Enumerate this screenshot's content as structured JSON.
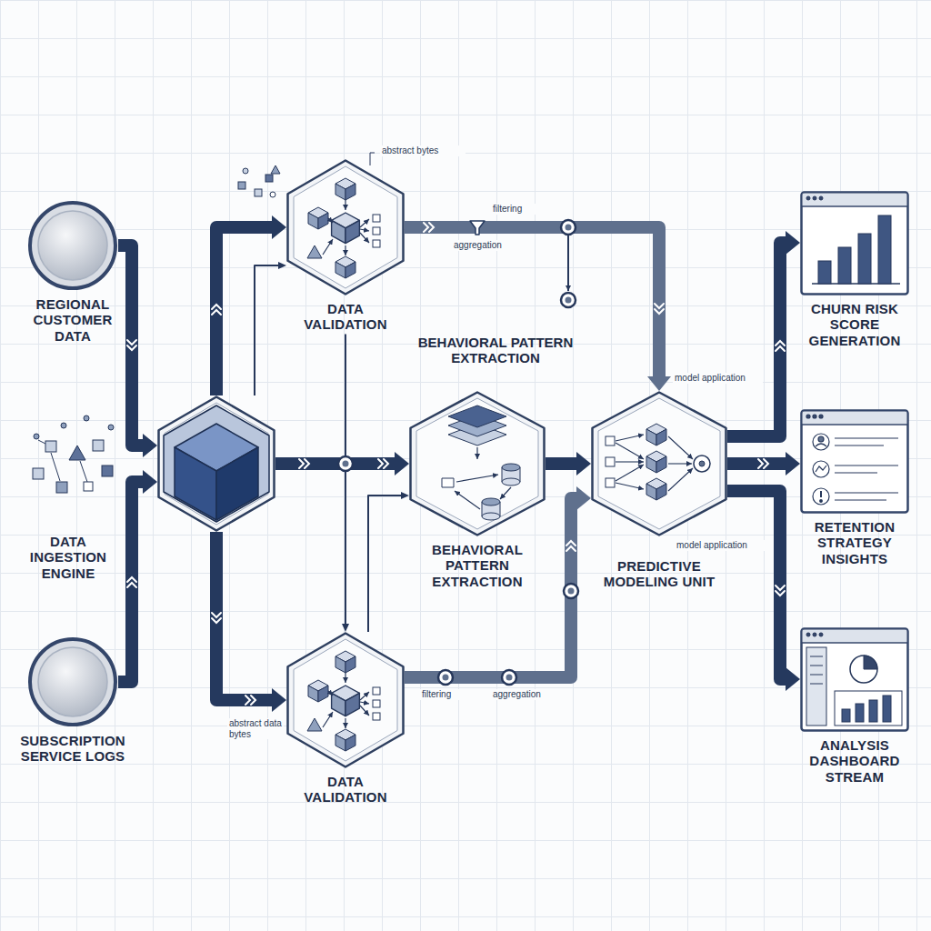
{
  "diagram": {
    "nodes": [
      {
        "text": [
          "REGIONAL CUSTOMER DATA"
        ]
      },
      {
        "text": [
          "DATA INGESTION ENGINE"
        ]
      },
      {
        "text": [
          "SUBSCRIPTION SERVICE LOGS"
        ]
      },
      {
        "text": [
          "DATA VALIDATION"
        ]
      },
      {
        "text": [
          "BEHAVIORAL PATTERN EXTRACTION"
        ]
      },
      {
        "text": [
          "DATA VALIDATION"
        ]
      },
      {
        "text": [
          "PREDICTIVE MODELING UNIT"
        ]
      },
      {
        "text": [
          "CHURN RISK SCORE GENERATION"
        ]
      },
      {
        "text": [
          "RETENTION STRATEGY INSIGHTS"
        ]
      },
      {
        "text": [
          "ANALYSIS DASHBOARD STREAM"
        ]
      }
    ],
    "edges": [
      {
        "from": 0,
        "to": 1,
        "arrow": "to"
      },
      {
        "from": 2,
        "to": 1,
        "arrow": "to"
      },
      {
        "from": 1,
        "to": 3,
        "arrow": "to"
      },
      {
        "from": 1,
        "to": 3,
        "arrow": "to"
      },
      {
        "from": 1,
        "to": 4,
        "arrow": "to"
      },
      {
        "from": 1,
        "to": 5,
        "arrow": "to"
      },
      {
        "from": 3,
        "to": 5,
        "arrow": "to"
      },
      {
        "from": 3,
        "to": 6,
        "arrow": "to"
      },
      {
        "from": 5,
        "to": 4,
        "arrow": "to"
      },
      {
        "from": 5,
        "to": 6,
        "arrow": "to"
      },
      {
        "from": 4,
        "to": 6,
        "arrow": "to"
      },
      {
        "from": 6,
        "to": 7,
        "arrow": "to"
      },
      {
        "from": 6,
        "to": 8,
        "arrow": "to"
      },
      {
        "from": 6,
        "to": 9,
        "arrow": "to"
      }
    ],
    "labels": [
      "abstract bytes",
      "filtering",
      "aggregation",
      "BEHAVIORAL PATTERN EXTRACTION",
      "model application",
      "model application",
      "abstract data bytes",
      "filtering",
      "aggregation"
    ]
  }
}
